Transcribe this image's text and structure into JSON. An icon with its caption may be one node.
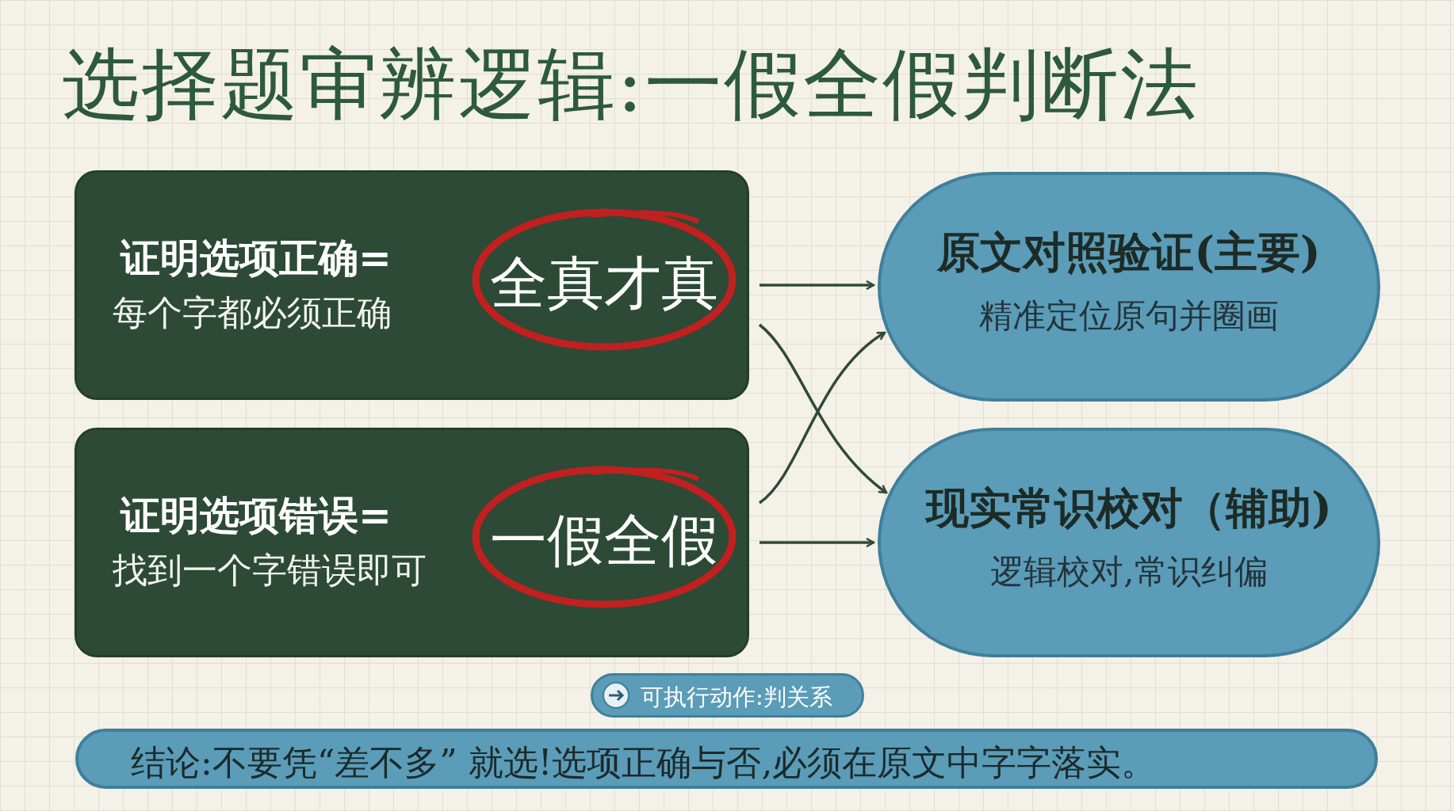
{
  "diagram": {
    "title": "选择题审辨逻辑:一假全假判断法",
    "nodes": [
      {
        "text": [
          "证明选项正确=",
          "每个字都必须正确"
        ]
      },
      {
        "text": [
          "全真才真"
        ],
        "in": 0
      },
      {
        "text": [
          "证明选项错误=",
          "找到一个字错误即可"
        ]
      },
      {
        "text": [
          "一假全假"
        ],
        "in": 2
      },
      {
        "text": [
          "原文对照验证(主要)",
          "精准定位原句并圈画"
        ]
      },
      {
        "text": [
          "现实常识校对（辅助)",
          "逻辑校对,常识纠偏"
        ]
      },
      {
        "text": [
          "可执行动作:判关系"
        ]
      },
      {
        "text": [
          "结论:不要凭“差不多” 就选!选项正确与否,必须在原文中字字落实。"
        ]
      }
    ],
    "edges": [
      {
        "from": 0,
        "to": 4,
        "arrow": "to"
      },
      {
        "from": 0,
        "to": 5,
        "arrow": "to"
      },
      {
        "from": 2,
        "to": 4,
        "arrow": "to"
      },
      {
        "from": 2,
        "to": 5,
        "arrow": "to"
      }
    ]
  }
}
